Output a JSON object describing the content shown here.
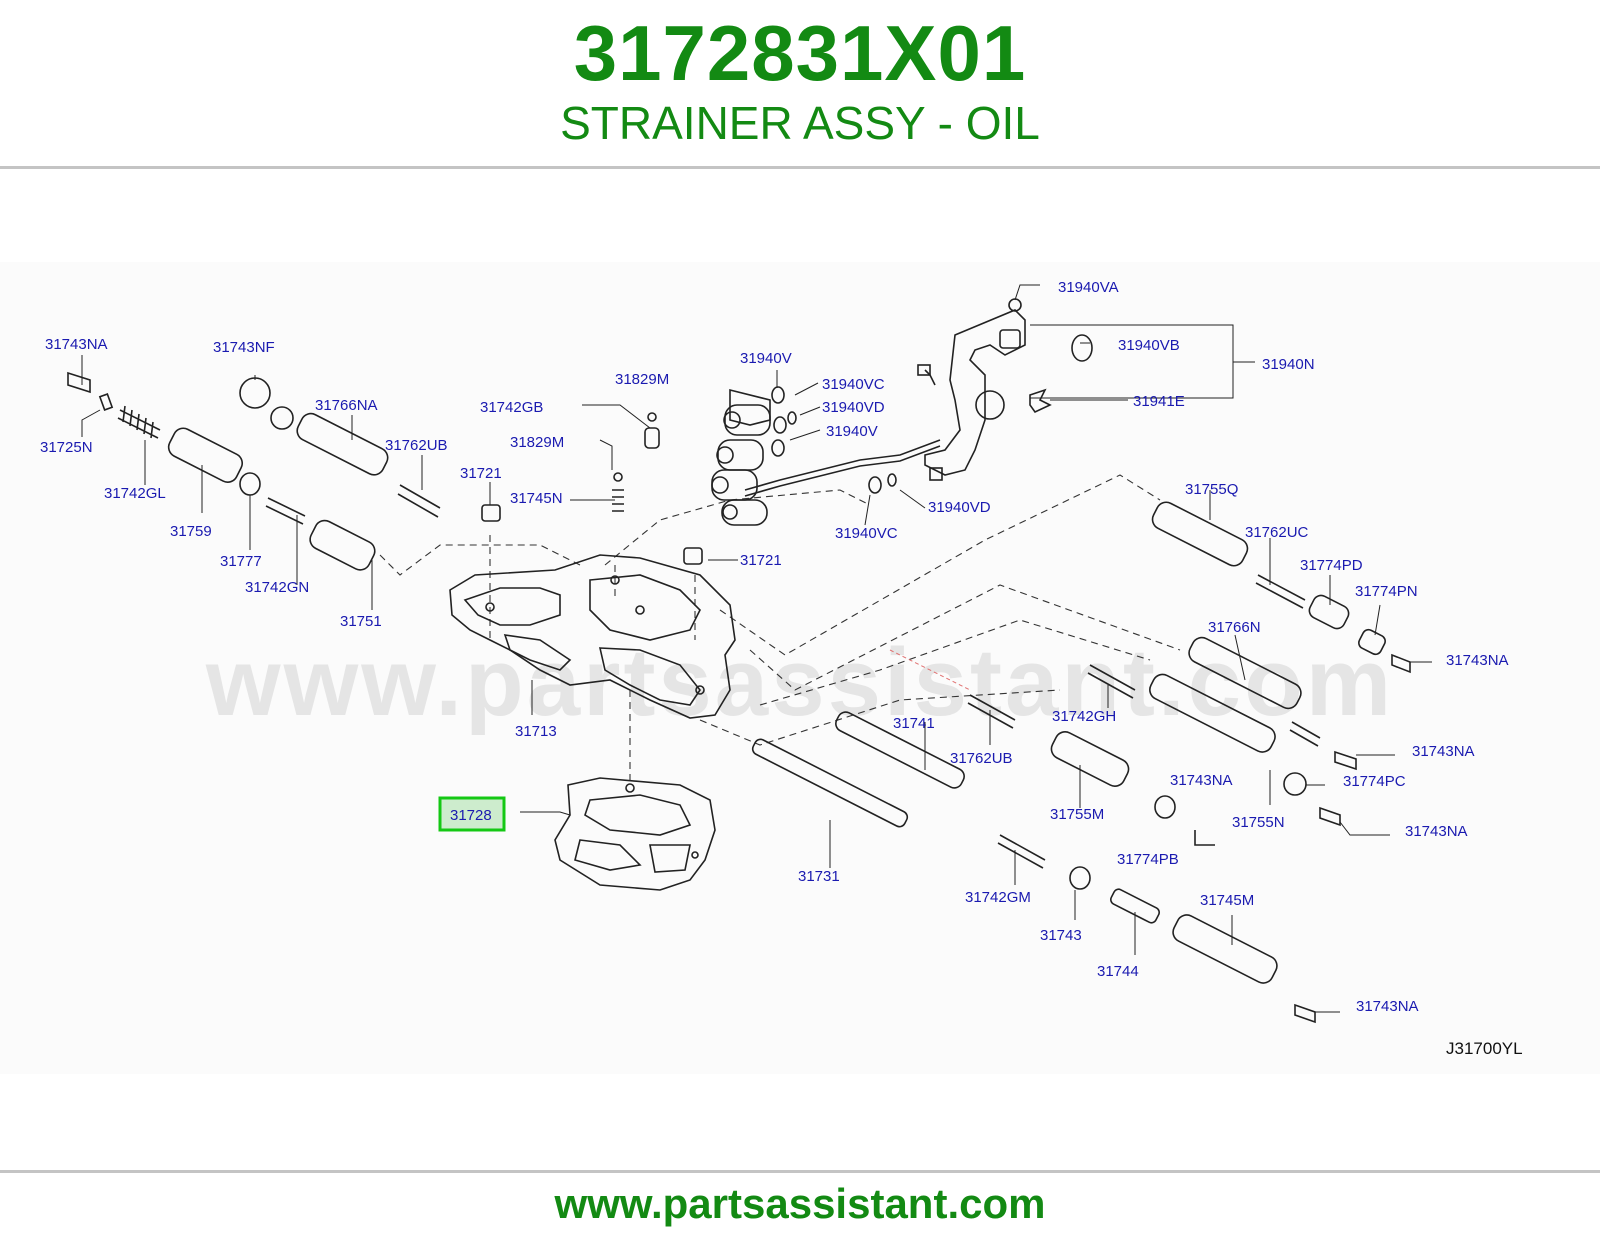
{
  "header": {
    "part_number": "3172831X01",
    "part_name": "STRAINER ASSY - OIL"
  },
  "watermark": "www.partsassistant.com",
  "footer": {
    "url": "www.partsassistant.com"
  },
  "diagram": {
    "code": "J31700YL",
    "highlighted_label": "31728",
    "labels": [
      "31743NA",
      "31743NF",
      "31725N",
      "31766NA",
      "31742GL",
      "31762UB",
      "31759",
      "31721",
      "31777",
      "31742GN",
      "31751",
      "31829M",
      "31742GB",
      "31829M",
      "31745N",
      "31940VA",
      "31940VB",
      "31940N",
      "31940V",
      "31940VC",
      "31940VD",
      "31940V",
      "31941E",
      "31940VD",
      "31940VC",
      "31721",
      "31755Q",
      "31762UC",
      "31774PD",
      "31774PN",
      "31743NA",
      "31766N",
      "31742GH",
      "31741",
      "31762UB",
      "31713",
      "31743NA",
      "31774PC",
      "31743NA",
      "31755M",
      "31743NA",
      "31755N",
      "31774PB",
      "31731",
      "31742GM",
      "31743",
      "31745M",
      "31744",
      "31743NA",
      "31728"
    ]
  }
}
